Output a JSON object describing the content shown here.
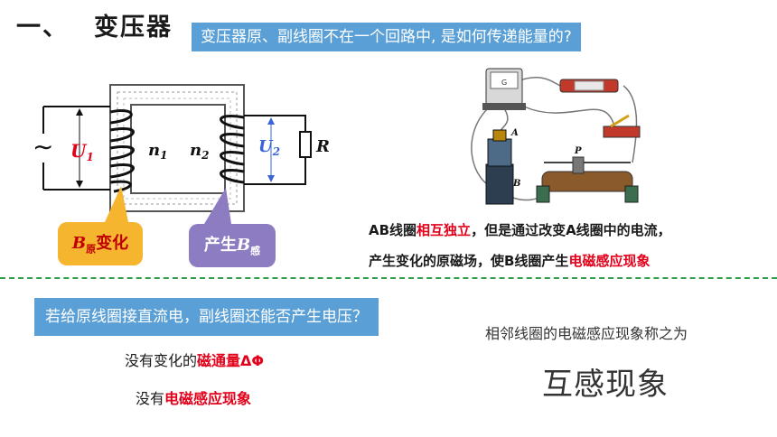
{
  "title": {
    "number": "一、",
    "text": "变压器"
  },
  "question_top": "变压器原、副线圈不在一个回路中, 是如何传递能量的?",
  "diagram": {
    "source_symbol": "∼",
    "u1": {
      "letter": "U",
      "sub": "1"
    },
    "n1": {
      "letter": "n",
      "sub": "1"
    },
    "n2": {
      "letter": "n",
      "sub": "2"
    },
    "u2": {
      "letter": "U",
      "sub": "2"
    },
    "r": "R",
    "colors": {
      "u1": "#e2001a",
      "u2": "#3a64d8",
      "coil": "#111111",
      "core": "#555555"
    }
  },
  "callouts": {
    "primary": {
      "letter": "B",
      "sub": "原",
      "text": "变化"
    },
    "secondary": {
      "text": "产生",
      "letter": "B",
      "sub": "感"
    }
  },
  "apparatus": {
    "meter_label": "G",
    "label_a": "A",
    "label_b": "B",
    "label_p": "P"
  },
  "explanation": {
    "line1": {
      "p1": "AB线圈",
      "p2": "相互独立",
      "p3": "，但是通过改变A线圈中的电流，"
    },
    "line2": {
      "p1": "产生变化的原磁场，使B线圈产生",
      "p2": "电磁感应现象"
    }
  },
  "question_bottom": "若给原线圈接直流电，副线圈还能否产生电压？",
  "answers": {
    "a1": {
      "p1": "没有变化的",
      "p2": "磁通量ΔΦ"
    },
    "a2": {
      "p1": "没有",
      "p2": "电磁感应现象"
    }
  },
  "note": "相邻线圈的电磁感应现象称之为",
  "term": "互感现象",
  "colors": {
    "accent_blue": "#5aa0d6",
    "emphasis_red": "#e2001a",
    "callout_orange": "#f5b52e",
    "callout_purple": "#8e7cc3",
    "divider_green": "#2e9e4a"
  }
}
